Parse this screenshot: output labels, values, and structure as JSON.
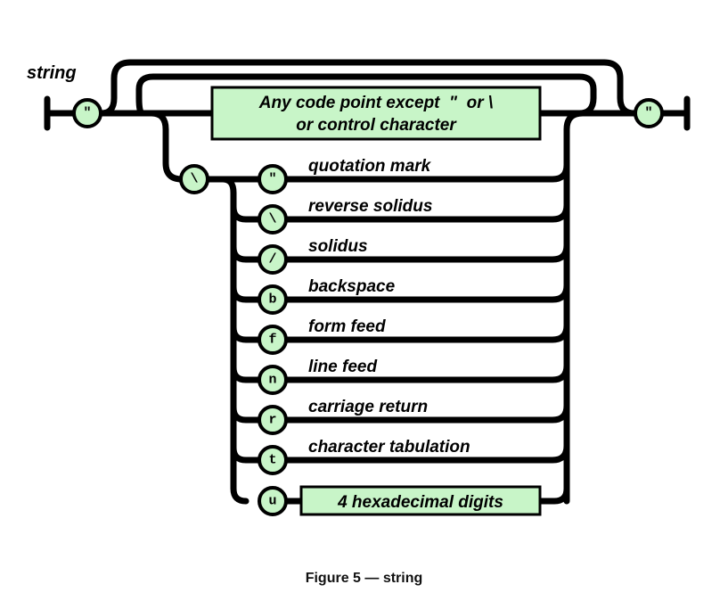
{
  "diagram": {
    "title": "string",
    "open_quote": "\"",
    "close_quote": "\"",
    "main_box": {
      "line1": "Any code point except  \"  or \\",
      "line2": "or control character"
    },
    "escape_char": "\\",
    "escapes": [
      {
        "char": "\"",
        "label": "quotation mark"
      },
      {
        "char": "\\",
        "label": "reverse solidus"
      },
      {
        "char": "/",
        "label": "solidus"
      },
      {
        "char": "b",
        "label": "backspace"
      },
      {
        "char": "f",
        "label": "form feed"
      },
      {
        "char": "n",
        "label": "line feed"
      },
      {
        "char": "r",
        "label": "carriage return"
      },
      {
        "char": "t",
        "label": "character tabulation"
      }
    ],
    "unicode_escape": {
      "char": "u",
      "box_label": "4 hexadecimal digits"
    },
    "colors": {
      "fill": "#c8f5c8",
      "stroke": "#000000"
    }
  },
  "caption": "Figure 5 — string"
}
